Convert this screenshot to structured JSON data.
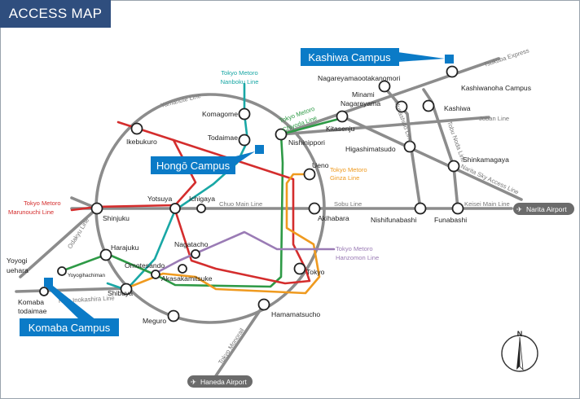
{
  "title": "ACCESS MAP",
  "campuses": {
    "kashiwa": "Kashiwa Campus",
    "hongo": "Hongō Campus",
    "komaba": "Komaba Campus"
  },
  "airports": {
    "narita": "Narita Airport",
    "haneda": "Haneda Airport"
  },
  "stations": {
    "komagome": "Komagome",
    "ikebukuro": "Ikebukuro",
    "todaimae": "Todaimae",
    "nishinippori": "Nishinippori",
    "shinjuku": "Shinjuku",
    "yotsuya": "Yotsuya",
    "ichigaya": "Ichigaya",
    "akihabara": "Akihabara",
    "ueno": "Ueno",
    "harajuku": "Harajuku",
    "nagatacho": "Nagatacho",
    "omotesando": "Omotesando",
    "akasakamitsuke": "Akasakamitsuke",
    "shibuya": "Shibuya",
    "tokyo": "Tokyo",
    "meguro": "Meguro",
    "hamamatsucho": "Hamamatsucho",
    "yoyogi_uehara_1": "Yoyogi",
    "yoyogi_uehara_2": "uehara",
    "yoyogihachiman": "Yoyogihachiman",
    "komaba_todaimae_1": "Komaba",
    "komaba_todaimae_2": "todaimae",
    "kitasenju": "Kitasenju",
    "nagareyamaootakanomori": "Nagareyamaootakanomori",
    "minami_nagareyama_1": "Minami",
    "minami_nagareyama_2": "Nagareyama",
    "kashiwanoha_campus": "Kashiwanoha Campus",
    "kashiwa": "Kashiwa",
    "higashimatsudo": "Higashimatsudo",
    "shinkamagaya": "Shinkamagaya",
    "nishifunabashi": "Nishifunabashi",
    "funabashi": "Funabashi"
  },
  "lines": {
    "yamanote": "Yamanote Line",
    "nanboku_1": "Tokyo Metoro",
    "nanboku_2": "Nanboku Line",
    "chiyoda_1": "Tokyo Metoro",
    "chiyoda_2": "Chiyoda Line",
    "marunouchi_1": "Tokyo Metoro",
    "marunouchi_2": "Marunouchi Line",
    "ginza_1": "Tokyo Metoro",
    "ginza_2": "Ginza Line",
    "hanzomon_1": "Tokyo Metoro",
    "hanzomon_2": "Hanzomon Line",
    "chuo": "Chuo Main Line",
    "sobu": "Sobu Line",
    "odakyu": "Odakyu Line",
    "keio_inokashira": "Keio Inokashira Line",
    "tsukuba": "Tsukuba Express",
    "joban": "Joban Line",
    "musashino": "Musashino Line",
    "tobu_noda": "Tobu Noda Line",
    "narita_sky": "Narita Sky Access Line",
    "keisei": "Keisei Main Line",
    "monorail": "Tokyo Monorail"
  },
  "compass": "N",
  "colors": {
    "title_bg": "#2f4e7e",
    "campus_blue": "#0b7bc7",
    "jr_gray": "#8c8c8c",
    "nanboku": "#19a7a5",
    "chiyoda": "#2e9a46",
    "marunouchi": "#d42d2d",
    "ginza": "#ef9a1f",
    "hanzomon": "#9a7bb5",
    "airport_bg": "#6b6b6b"
  }
}
